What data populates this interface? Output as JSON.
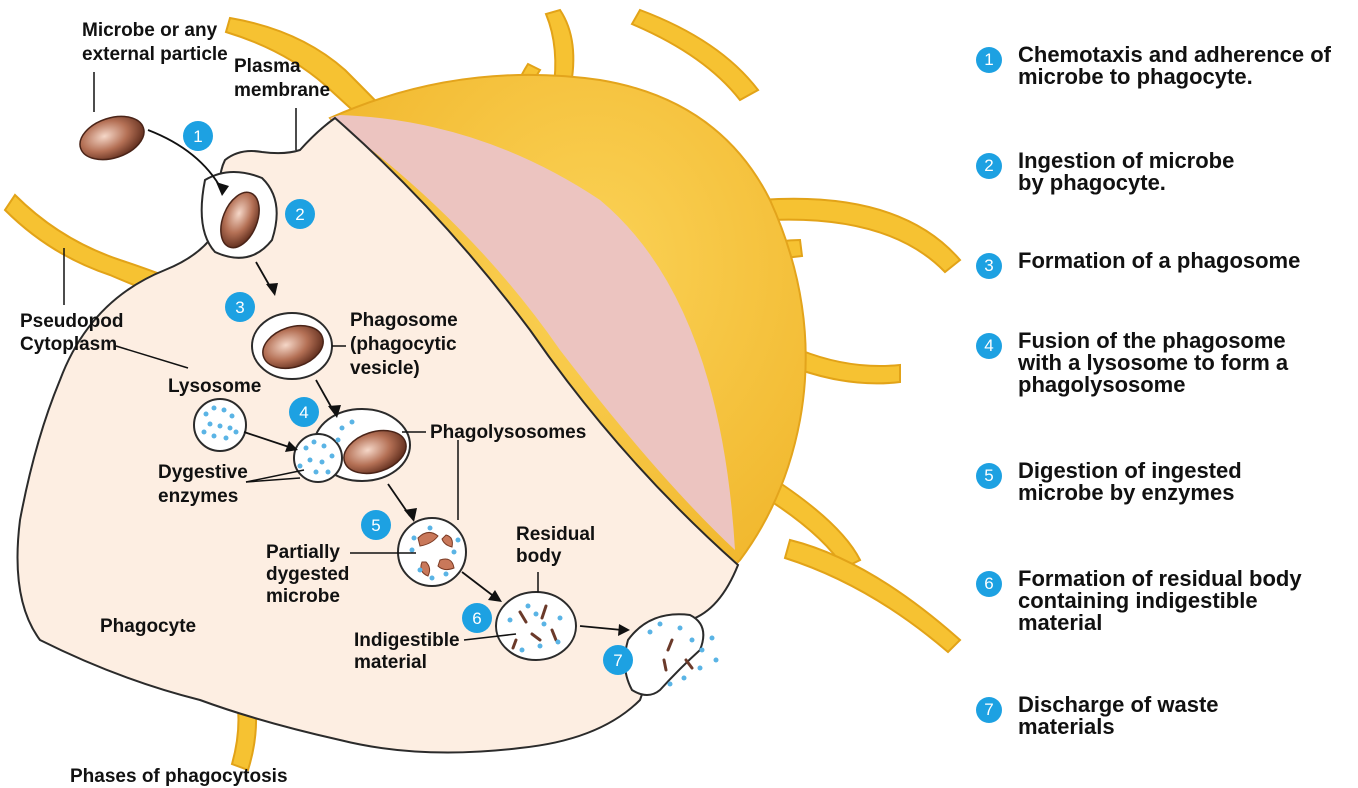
{
  "labels": {
    "microbe": [
      "Microbe or any",
      "external particle"
    ],
    "plasma_membrane": [
      "Plasma",
      "membrane"
    ],
    "pseudopod": "Pseudopod",
    "cytoplasm": "Cytoplasm",
    "lysosome": "Lysosome",
    "phagosome": [
      "Phagosome",
      "(phagocytic",
      "vesicle)"
    ],
    "phagolysosomes": "Phagolysosomes",
    "digestive_enzymes": [
      "Dygestive",
      "enzymes"
    ],
    "partially_digested": [
      "Partially",
      "dygested",
      "microbe"
    ],
    "residual_body": [
      "Residual",
      "body"
    ],
    "indigestible": [
      "Indigestible",
      "material"
    ],
    "phagocyte": "Phagocyte",
    "caption": "Phases of phagocytosis"
  },
  "badges": [
    "1",
    "2",
    "3",
    "4",
    "5",
    "6",
    "7"
  ],
  "steps": [
    {
      "num": "1",
      "text": "Chemotaxis and adherence of\nmicrobe to phagocyte."
    },
    {
      "num": "2",
      "text": "Ingestion of microbe\nby phagocyte."
    },
    {
      "num": "3",
      "text": "Formation of a phagosome"
    },
    {
      "num": "4",
      "text": "Fusion of the phagosome\nwith a lysosome to form a\nphagolysosome"
    },
    {
      "num": "5",
      "text": "Digestion of ingested\nmicrobe by enzymes"
    },
    {
      "num": "6",
      "text": "Formation of residual body\ncontaining indigestible\nmaterial"
    },
    {
      "num": "7",
      "text": "Discharge of waste\nmaterials"
    }
  ],
  "colors": {
    "badge": "#1da1e2",
    "cytoplasm": "#fdeee2",
    "cell_body": "#f9c63c",
    "cut_face": "#ecc4c0",
    "microbe": "#a8644a",
    "enzyme_dot": "#5ab4e5"
  }
}
